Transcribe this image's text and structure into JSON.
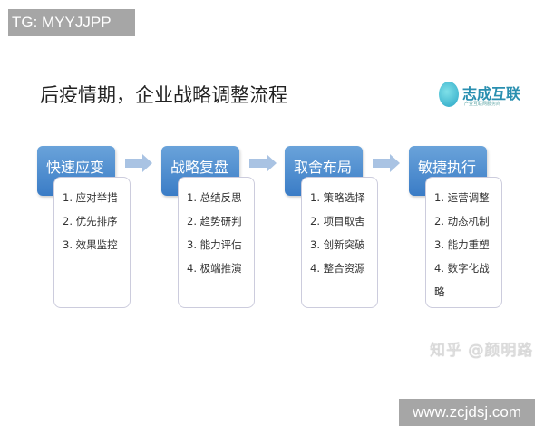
{
  "tag": "TG: MYYJJPP",
  "title": "后疫情期，企业战略调整流程",
  "logo": {
    "name": "志成互联",
    "sub": "产业互联网服务商"
  },
  "colors": {
    "header": "#3a7cc6",
    "arrow": "#a9c3e3"
  },
  "steps": [
    {
      "label": "快速应变",
      "items": [
        "1. 应对举措",
        "2. 优先排序",
        "3. 效果监控"
      ]
    },
    {
      "label": "战略复盘",
      "items": [
        "1. 总结反思",
        "2. 趋势研判",
        "3. 能力评估",
        "4. 极端推演"
      ]
    },
    {
      "label": "取舍布局",
      "items": [
        "1. 策略选择",
        "2. 项目取舍",
        "3. 创新突破",
        "4. 整合资源"
      ]
    },
    {
      "label": "敏捷执行",
      "items": [
        "1. 运营调整",
        "2. 动态机制",
        "3. 能力重塑",
        "4. 数字化战略"
      ]
    }
  ],
  "watermark": "知乎 @颜明路",
  "site": "www.zcjdsj.com"
}
